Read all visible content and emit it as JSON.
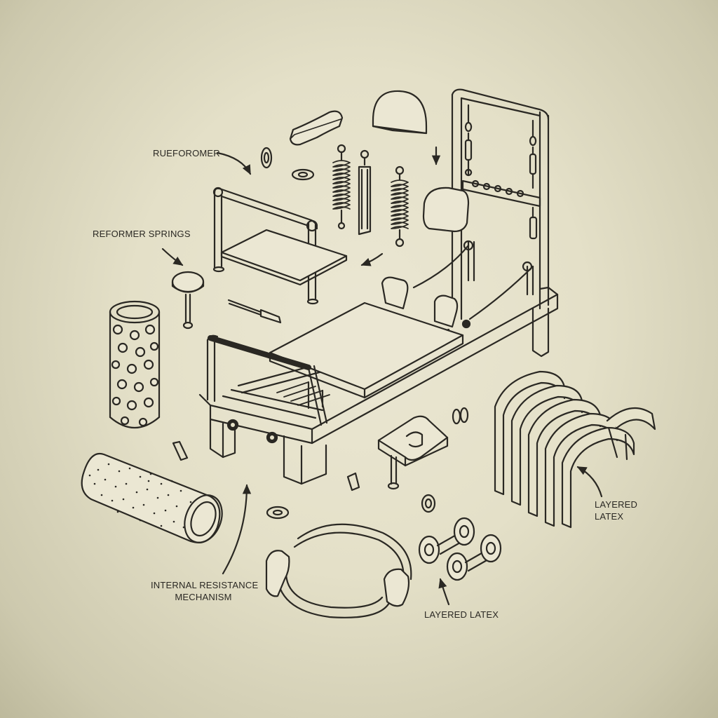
{
  "diagram": {
    "labels": {
      "reformer": "RUEFOROMER",
      "reformer_springs": "REFORMER SPRINGS",
      "internal_resistance_1": "INTERNAL RESISTANCE",
      "internal_resistance_2": "MECHANISM",
      "layered_latex_right_1": "LAYERED",
      "layered_latex_right_2": "LATEX",
      "layered_latex_bottom": "LAYERED LATEX"
    },
    "colors": {
      "ink": "#2a2823",
      "paper": "#e6e2ca",
      "fill": "#ebe7d3"
    }
  }
}
